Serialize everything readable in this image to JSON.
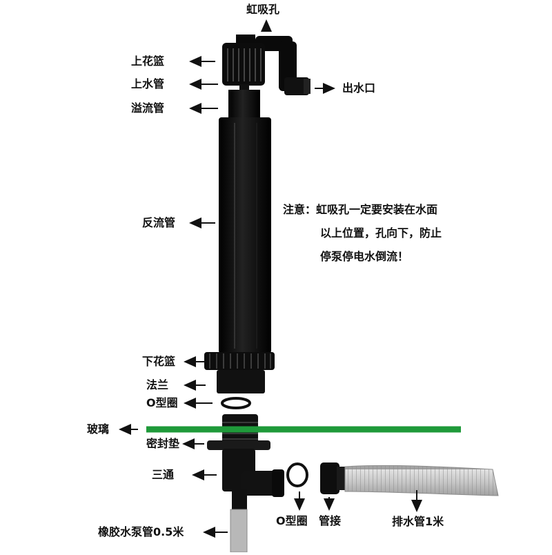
{
  "labels": {
    "siphon_hole": "虹吸孔",
    "upper_basket": "上花篮",
    "upper_pipe": "上水管",
    "outlet": "出水口",
    "overflow_pipe": "溢流管",
    "return_pipe": "反流管",
    "lower_basket": "下花篮",
    "flange": "法兰",
    "o_ring": "O型圈",
    "glass": "玻璃",
    "seal_gasket": "密封垫",
    "tee": "三通",
    "o_ring_2": "O型圈",
    "connector": "管接",
    "drain_hose": "排水管1米",
    "rubber_hose": "橡胶水泵管0.5米"
  },
  "note": {
    "line1": "注意：虹吸孔一定要安装在水面",
    "line2": "以上位置，孔向下，防止",
    "line3": "停泵停电水倒流！"
  },
  "colors": {
    "pipe": "#111111",
    "glass": "#1f9a3a",
    "hose": "#c9c9c9"
  }
}
